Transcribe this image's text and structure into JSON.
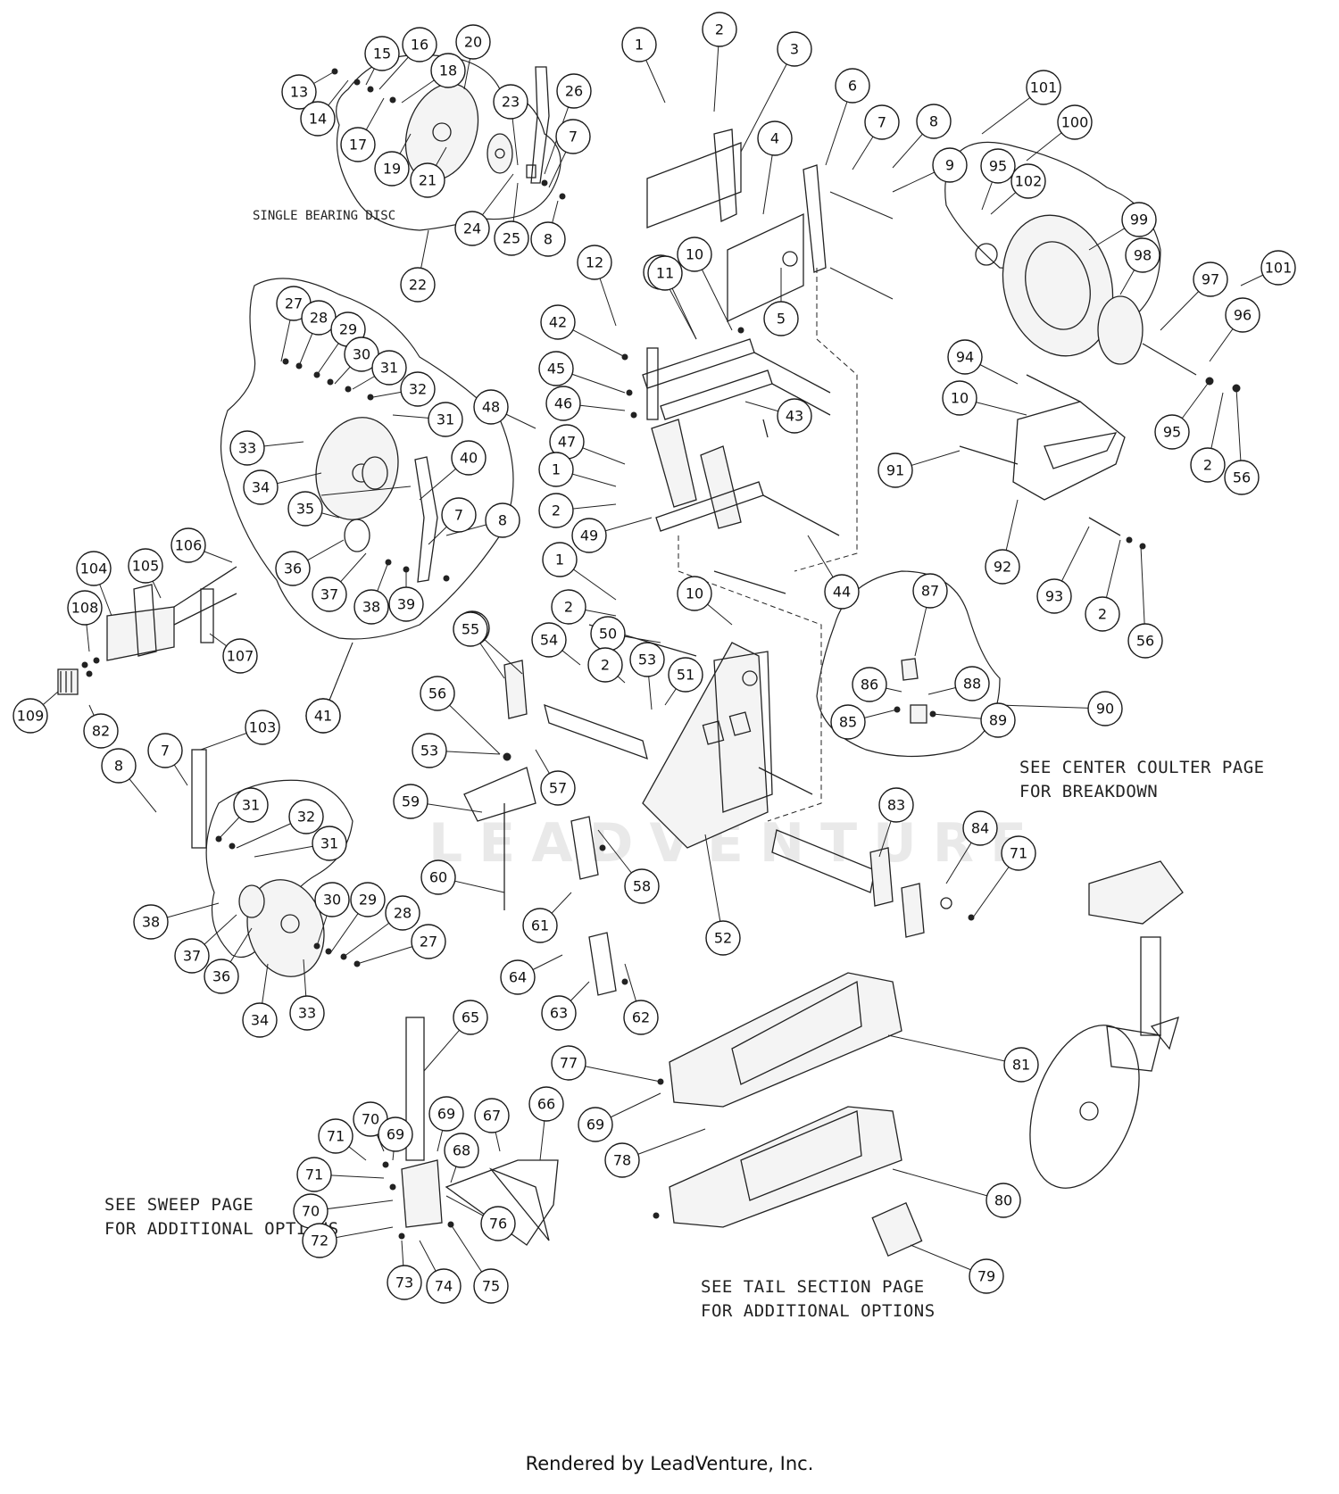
{
  "notes": {
    "single_bearing_disc": "SINGLE BEARING DISC",
    "center_coulter_1": "SEE CENTER COULTER PAGE",
    "center_coulter_2": "FOR BREAKDOWN",
    "sweep_1": "SEE SWEEP PAGE",
    "sweep_2": "FOR ADDITIONAL OPTIONS",
    "tail_1": "SEE TAIL SECTION PAGE",
    "tail_2": "FOR ADDITIONAL OPTIONS"
  },
  "watermark": "LEADVENTURE",
  "footer": "Rendered by LeadVenture, Inc.",
  "callout_labels": [
    "1",
    "2",
    "3",
    "4",
    "5",
    "6",
    "7",
    "8",
    "9",
    "10",
    "11",
    "12",
    "13",
    "14",
    "15",
    "16",
    "17",
    "18",
    "19",
    "20",
    "21",
    "22",
    "23",
    "24",
    "25",
    "26",
    "27",
    "28",
    "29",
    "30",
    "31",
    "32",
    "33",
    "34",
    "35",
    "36",
    "37",
    "38",
    "39",
    "40",
    "41",
    "42",
    "43",
    "44",
    "45",
    "46",
    "47",
    "48",
    "49",
    "50",
    "51",
    "52",
    "53",
    "54",
    "55",
    "56",
    "57",
    "58",
    "59",
    "60",
    "61",
    "62",
    "63",
    "64",
    "65",
    "66",
    "67",
    "68",
    "69",
    "70",
    "71",
    "72",
    "73",
    "74",
    "75",
    "76",
    "77",
    "78",
    "79",
    "80",
    "81",
    "82",
    "83",
    "84",
    "85",
    "86",
    "87",
    "88",
    "89",
    "90",
    "91",
    "92",
    "93",
    "94",
    "95",
    "96",
    "97",
    "98",
    "99",
    "100",
    "101",
    "102",
    "103",
    "104",
    "105",
    "106",
    "107",
    "108",
    "109"
  ]
}
